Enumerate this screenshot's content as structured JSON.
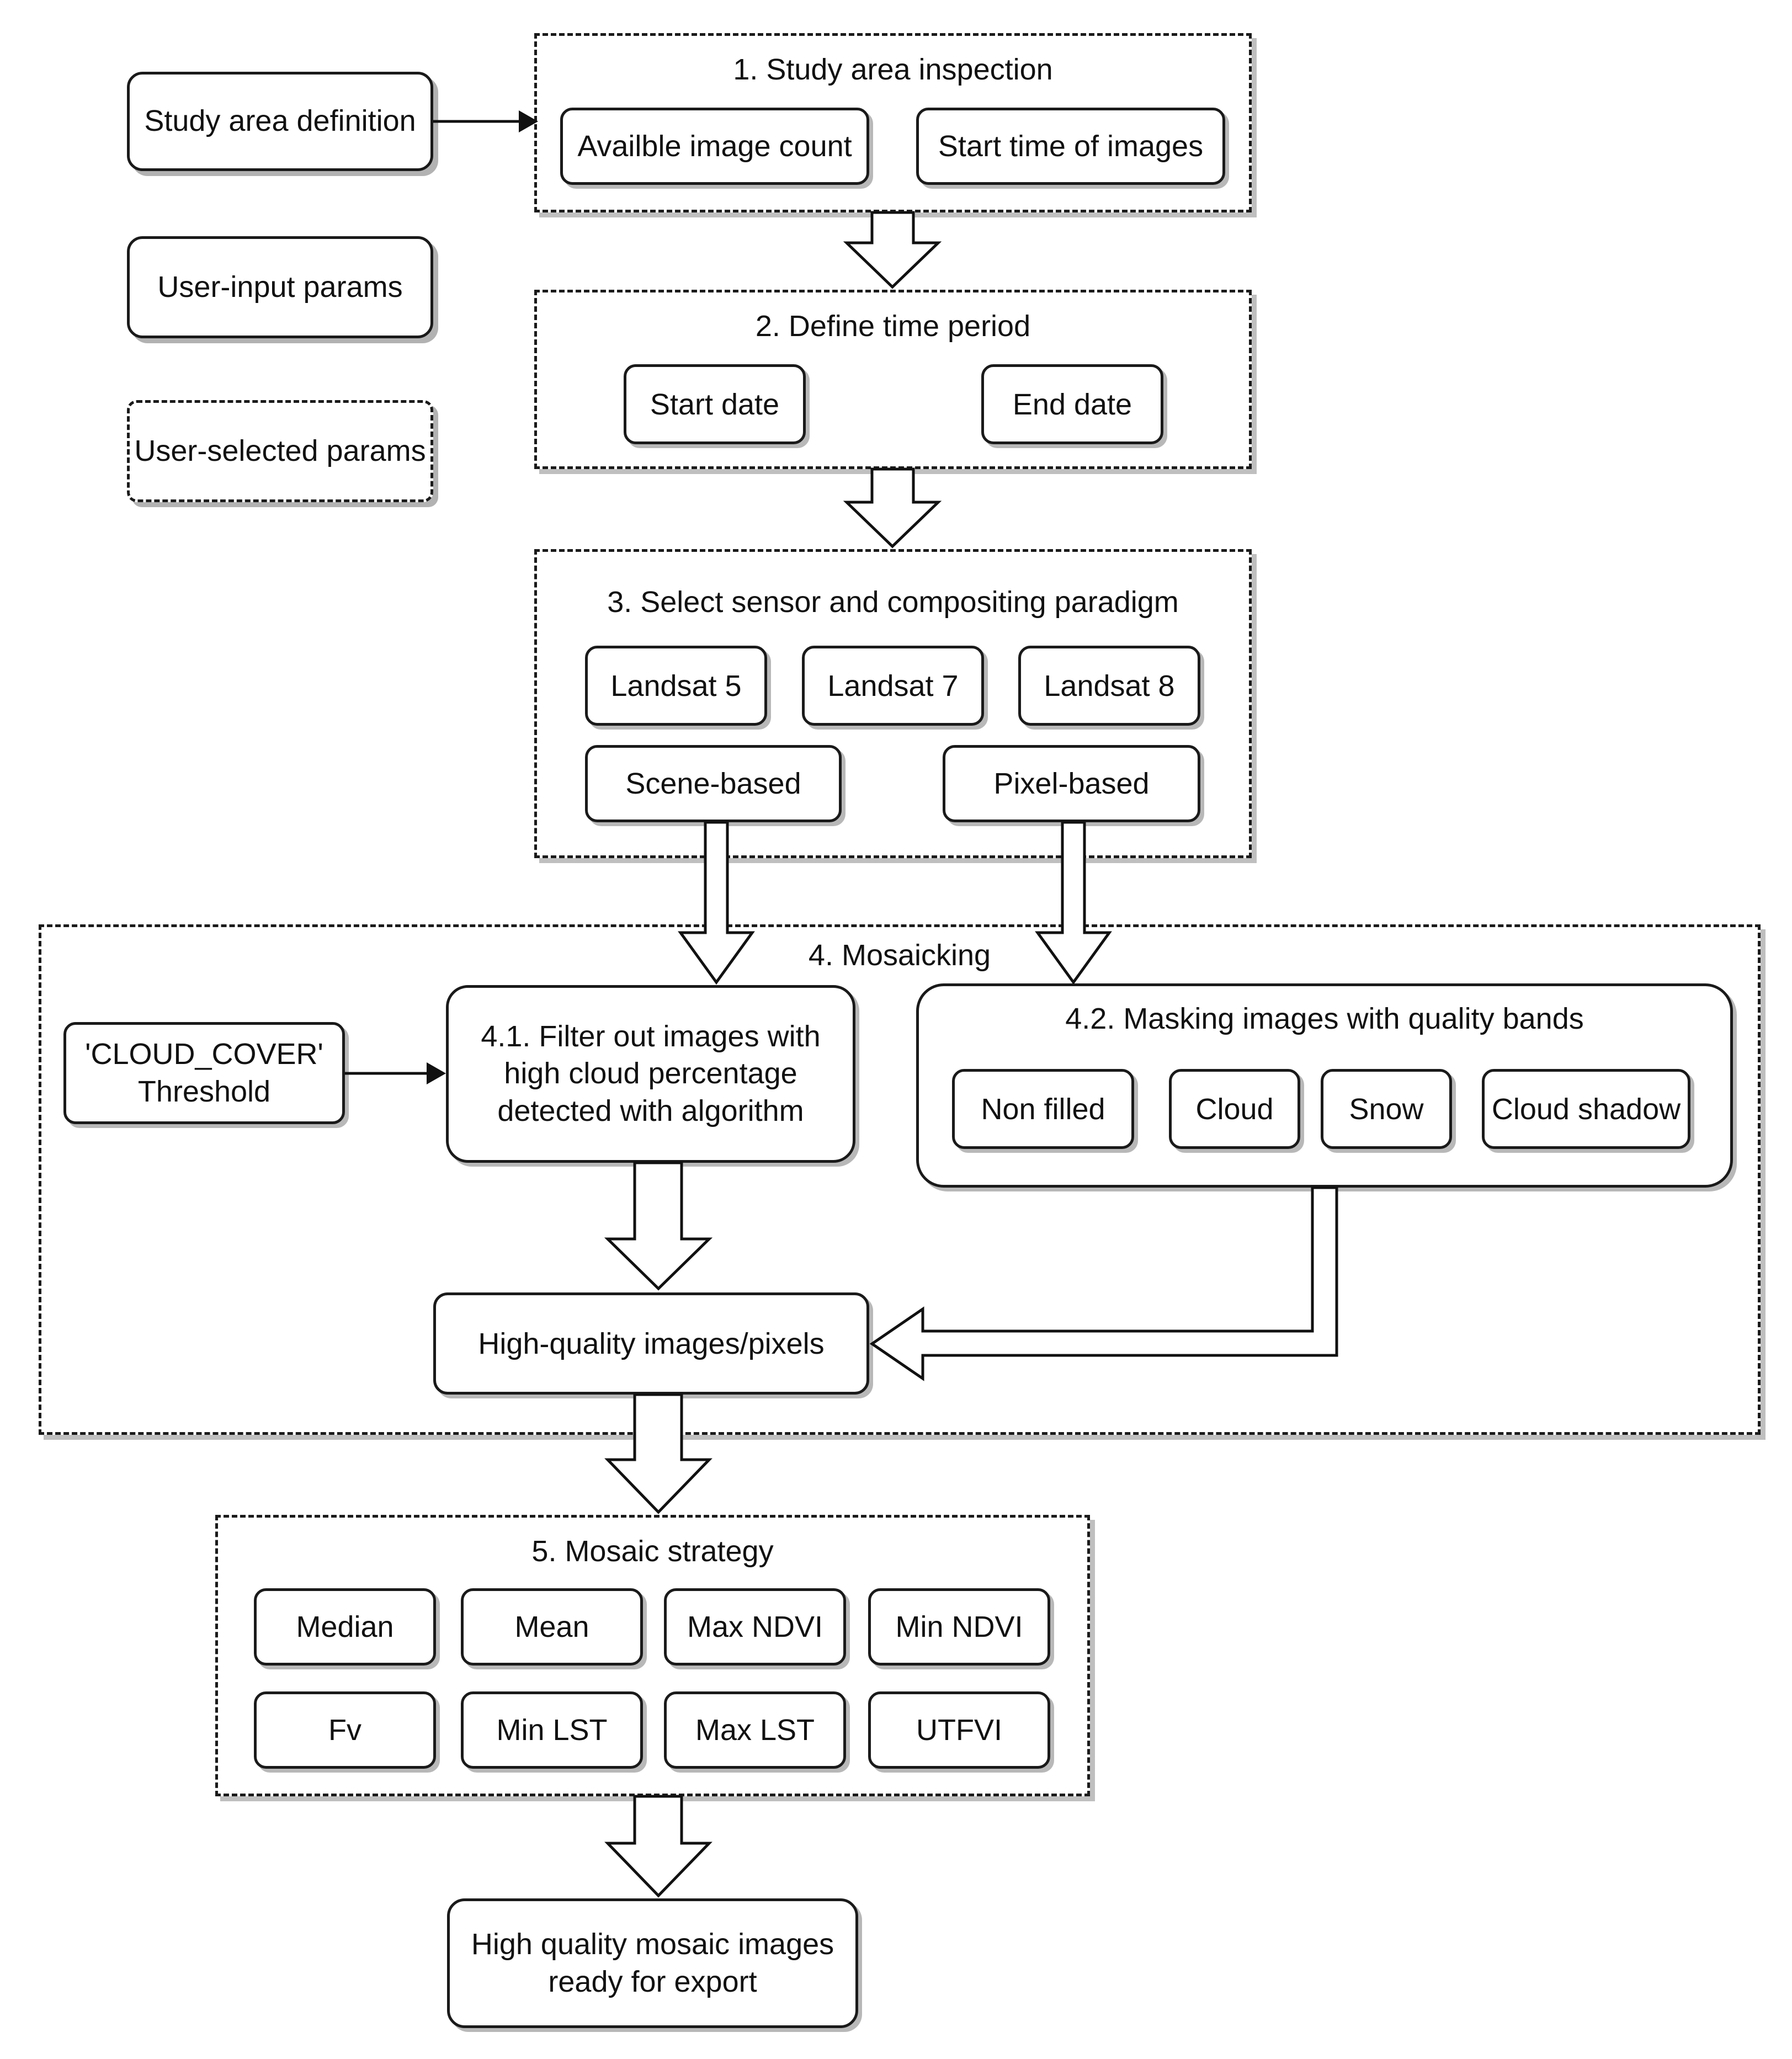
{
  "legend": {
    "study_area_definition": "Study area definition",
    "user_input_params": "User-input params",
    "user_selected_params": "User-selected params"
  },
  "step1": {
    "title": "1. Study area inspection",
    "items": [
      "Availble image count",
      "Start time of images"
    ]
  },
  "step2": {
    "title": "2. Define time period",
    "items": [
      "Start date",
      "End date"
    ]
  },
  "step3": {
    "title": "3. Select sensor and compositing paradigm",
    "sensors": [
      "Landsat 5",
      "Landsat 7",
      "Landsat 8"
    ],
    "paradigms": [
      "Scene-based",
      "Pixel-based"
    ]
  },
  "step4": {
    "title": "4. Mosaicking",
    "cloud_cover": "'CLOUD_COVER'\nThreshold",
    "filter": "4.1. Filter out images with\nhigh cloud percentage\ndetected with algorithm",
    "masking_title": "4.2. Masking images with quality bands",
    "mask_items": [
      "Non filled",
      "Cloud",
      "Snow",
      "Cloud shadow"
    ],
    "high_quality": "High-quality images/pixels"
  },
  "step5": {
    "title": "5. Mosaic strategy",
    "row1": [
      "Median",
      "Mean",
      "Max NDVI",
      "Min NDVI"
    ],
    "row2": [
      "Fv",
      "Min LST",
      "Max LST",
      "UTFVI"
    ]
  },
  "output": {
    "label": "High quality mosaic images\nready for export"
  }
}
